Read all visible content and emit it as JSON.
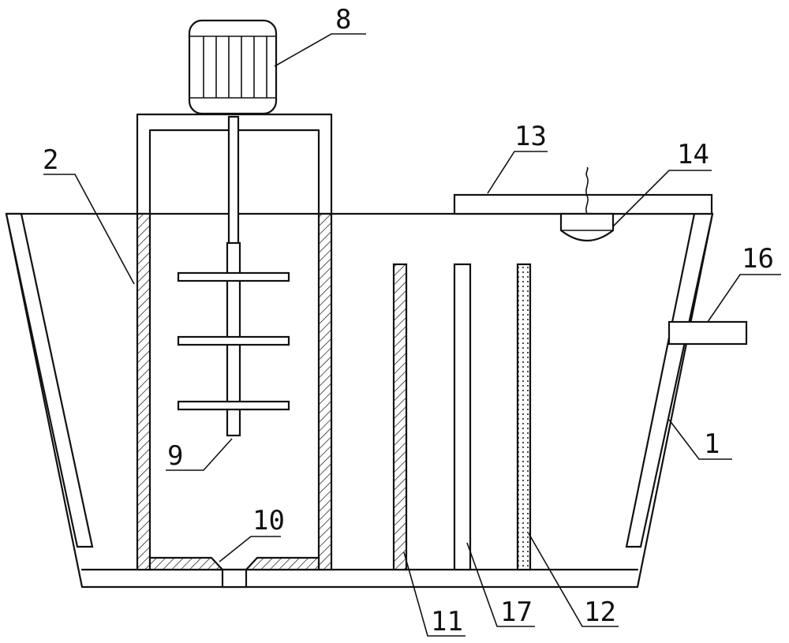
{
  "labels": {
    "l1": "1",
    "l2": "2",
    "l8": "8",
    "l9": "9",
    "l10": "10",
    "l11": "11",
    "l12": "12",
    "l13": "13",
    "l14": "14",
    "l16": "16",
    "l17": "17"
  }
}
